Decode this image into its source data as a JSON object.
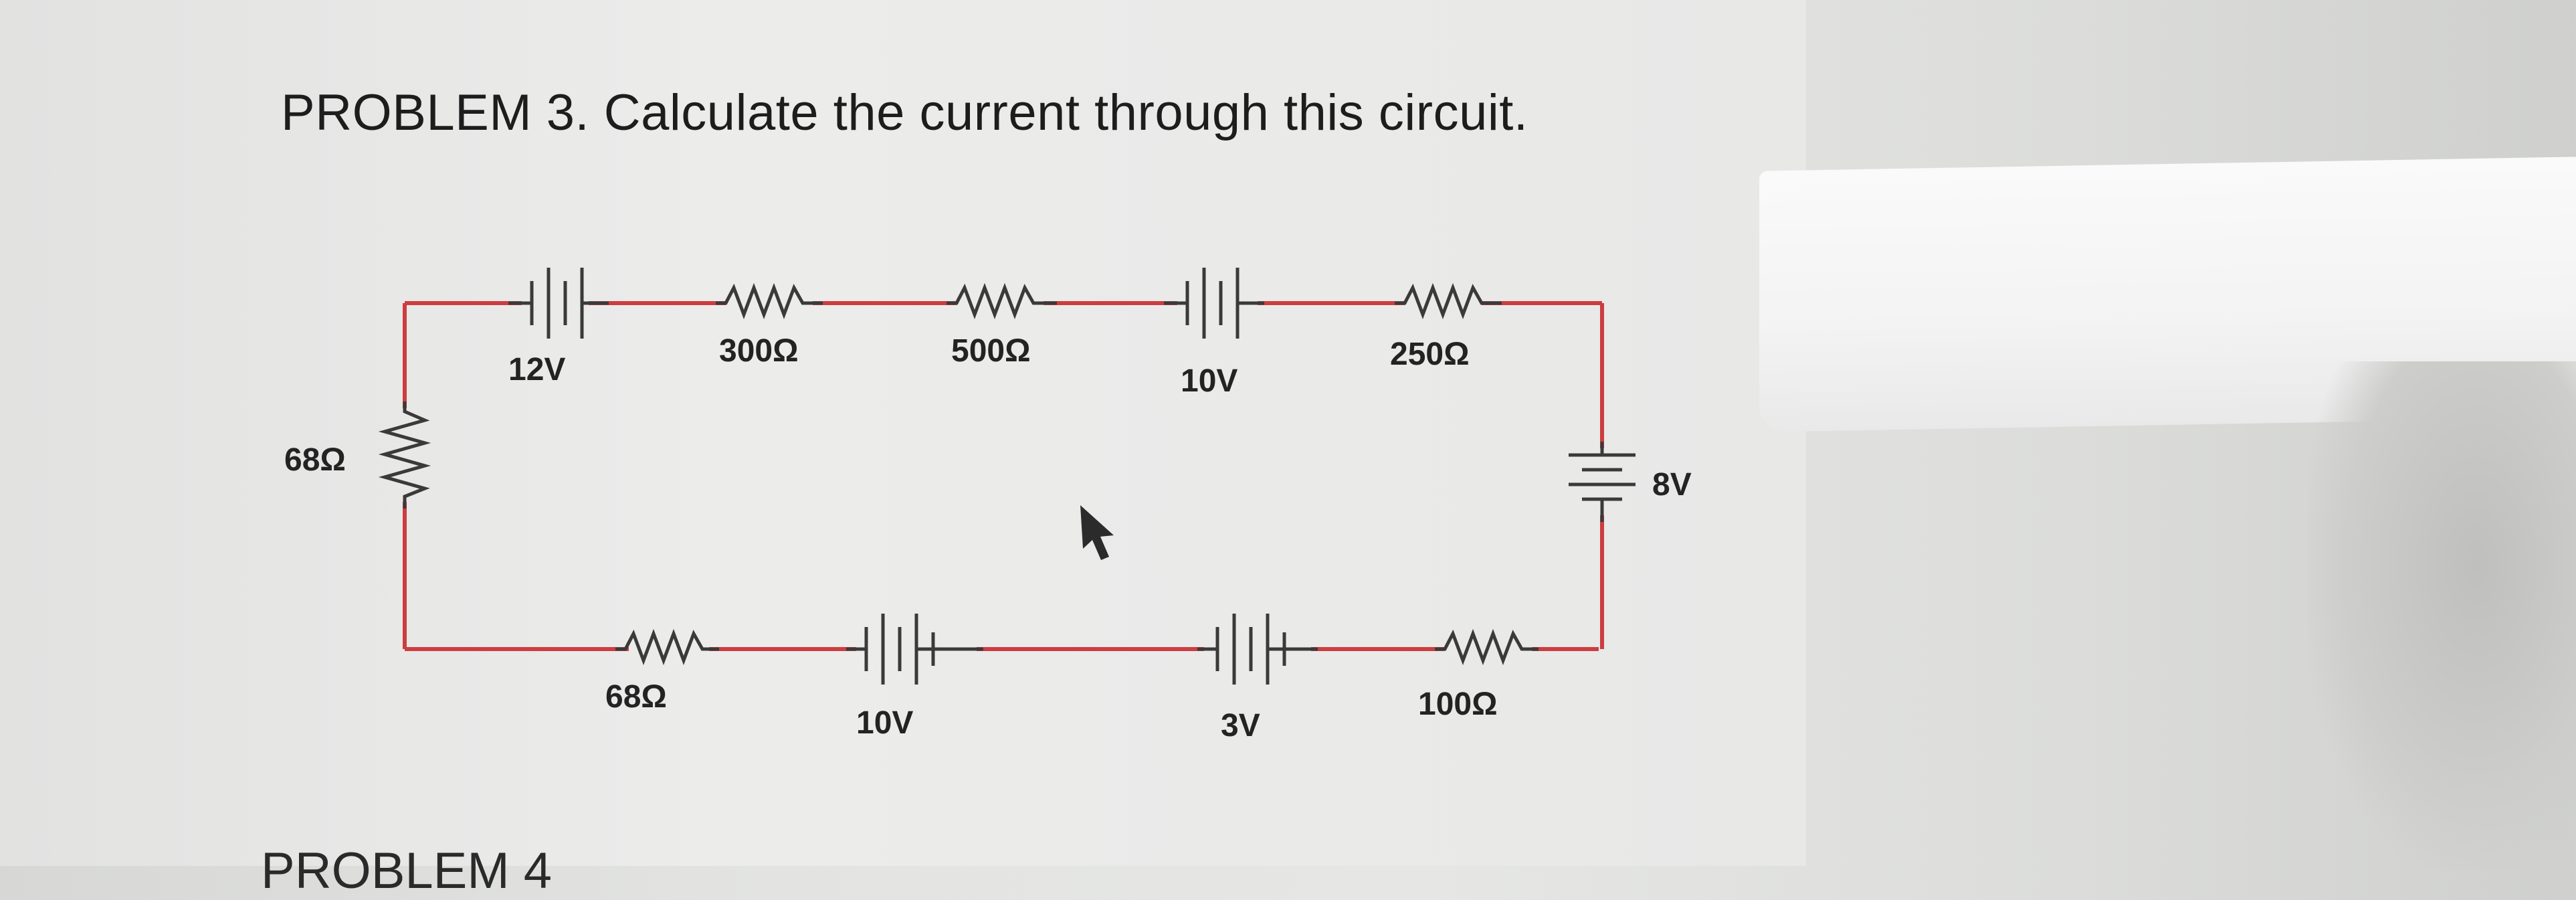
{
  "problem": {
    "title": "PROBLEM 3. Calculate the current through this circuit.",
    "next_partial": "PROBLEM 4"
  },
  "circuit": {
    "top_branch": [
      "12V",
      "300Ω",
      "500Ω",
      "10V",
      "250Ω"
    ],
    "left_branch": [
      "68Ω"
    ],
    "right_branch": [
      "8V"
    ],
    "bottom_branch": [
      "68Ω",
      "10V",
      "3V",
      "100Ω"
    ]
  },
  "colors": {
    "wire": "#cc3d40",
    "component": "#3a3a3a",
    "paper": "#e9e9e8"
  },
  "icons": {
    "pointer": "cursor-arrow-icon"
  }
}
